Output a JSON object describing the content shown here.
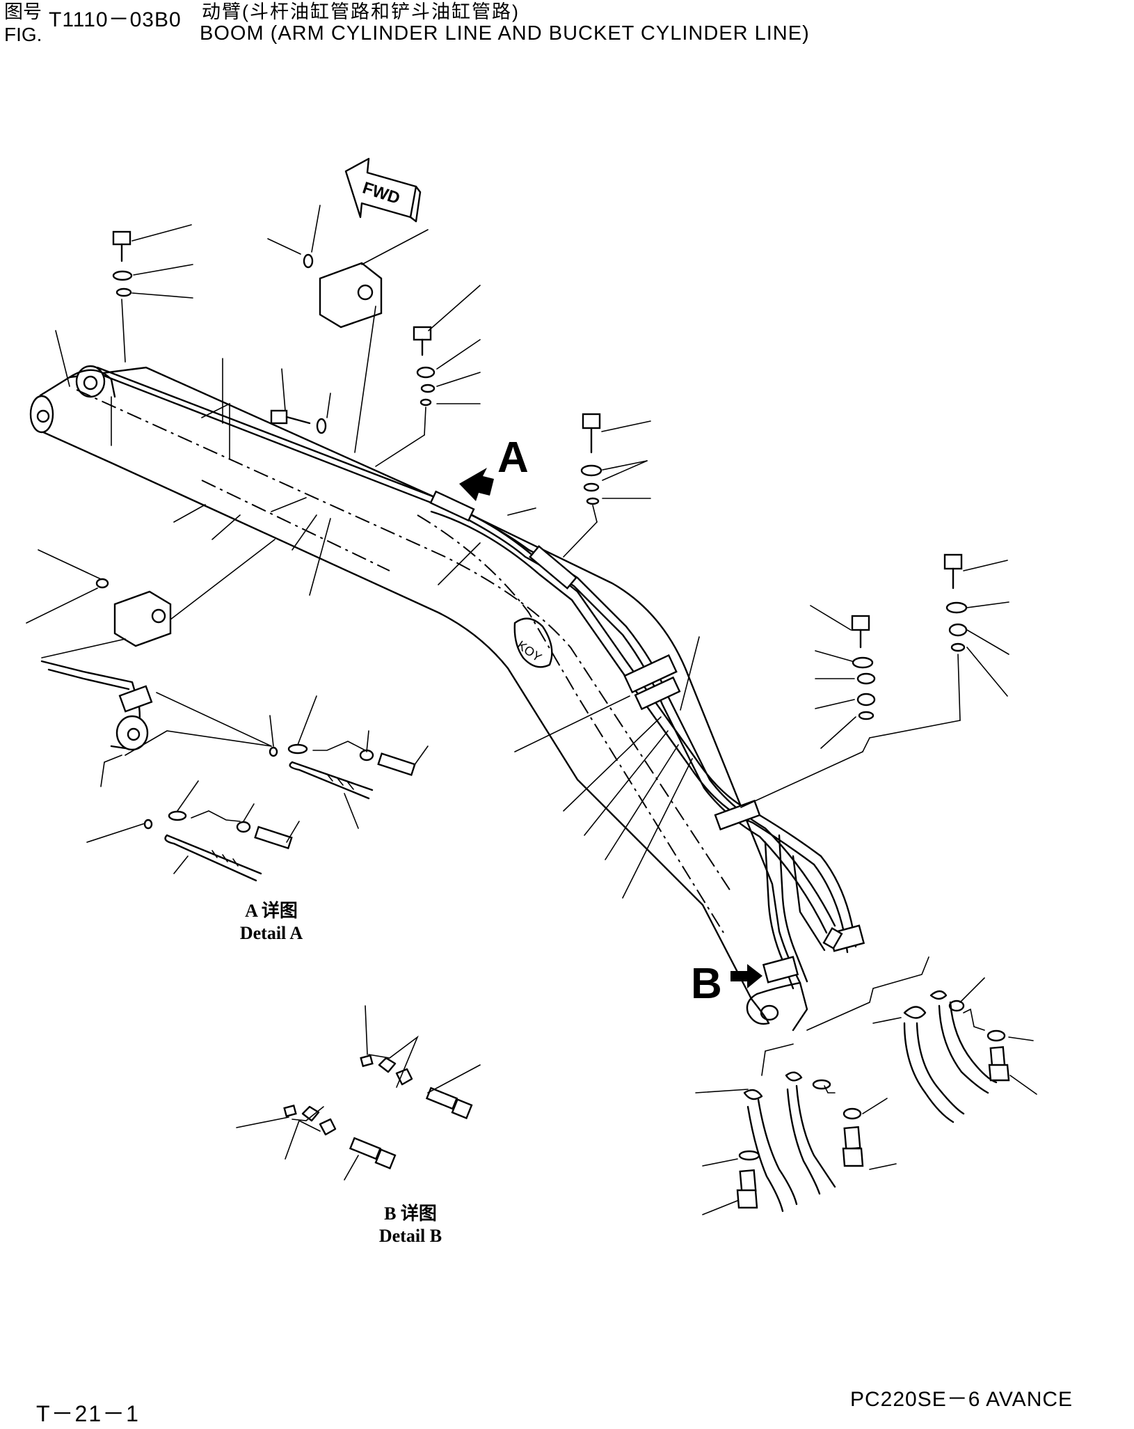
{
  "header": {
    "fig_cn": "图号",
    "fig_en": "FIG.",
    "fig_number": "T1110－03B0",
    "title_cn": "动臂(斗杆油缸管路和铲斗油缸管路)",
    "title_en": "BOOM (ARM CYLINDER LINE AND BUCKET CYLINDER LINE)"
  },
  "labels": {
    "fwd": "FWD",
    "view_a": "A",
    "view_b": "B"
  },
  "details": {
    "a_cn": "A 详图",
    "a_en": "Detail A",
    "b_cn": "B 详图",
    "b_en": "Detail B"
  },
  "footer": {
    "page": "T－21－1",
    "model": "PC220SE－6 AVANCE"
  }
}
